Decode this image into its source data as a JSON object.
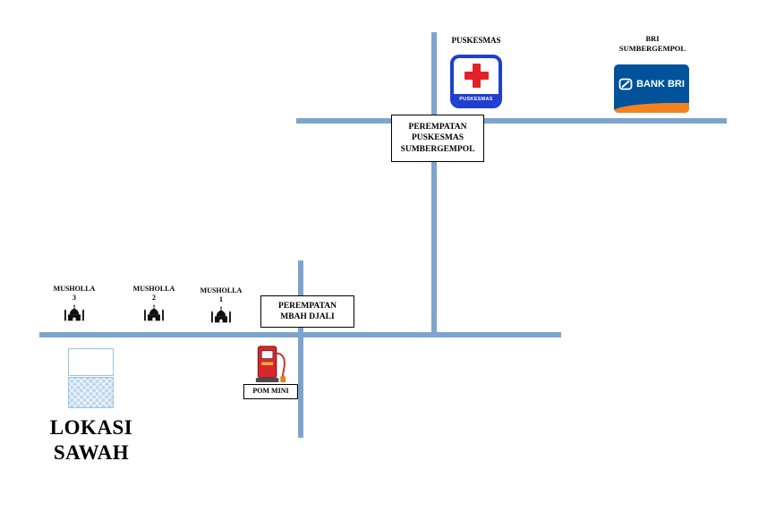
{
  "map": {
    "puskesmas_label": "PUSKESMAS",
    "puskesmas_icon_caption": "PUSKESMAS",
    "bri_label_line1": "BRI",
    "bri_label_line2": "SUMBERGEMPOL",
    "bri_logo_text": "BANK BRI",
    "intersection_puskesmas": {
      "line1": "PEREMPATAN",
      "line2": "PUSKESMAS",
      "line3": "SUMBERGEMPOL"
    },
    "mushollas": [
      {
        "name": "MUSHOLLA",
        "number": "3"
      },
      {
        "name": "MUSHOLLA",
        "number": "2"
      },
      {
        "name": "MUSHOLLA",
        "number": "1"
      }
    ],
    "intersection_mbah_djali": {
      "line1": "PEREMPATAN",
      "line2": "MBAH DJALI"
    },
    "pom_mini_label": "POM MINI",
    "lokasi_line1": "LOKASI",
    "lokasi_line2": "SAWAH"
  },
  "colors": {
    "road": "#7da4cd",
    "puskesmas_border": "#1f3fd0",
    "cross_red": "#e32227",
    "bri_blue": "#00529b",
    "bri_orange": "#f58220",
    "legend_fill": "#bdd7ee"
  }
}
